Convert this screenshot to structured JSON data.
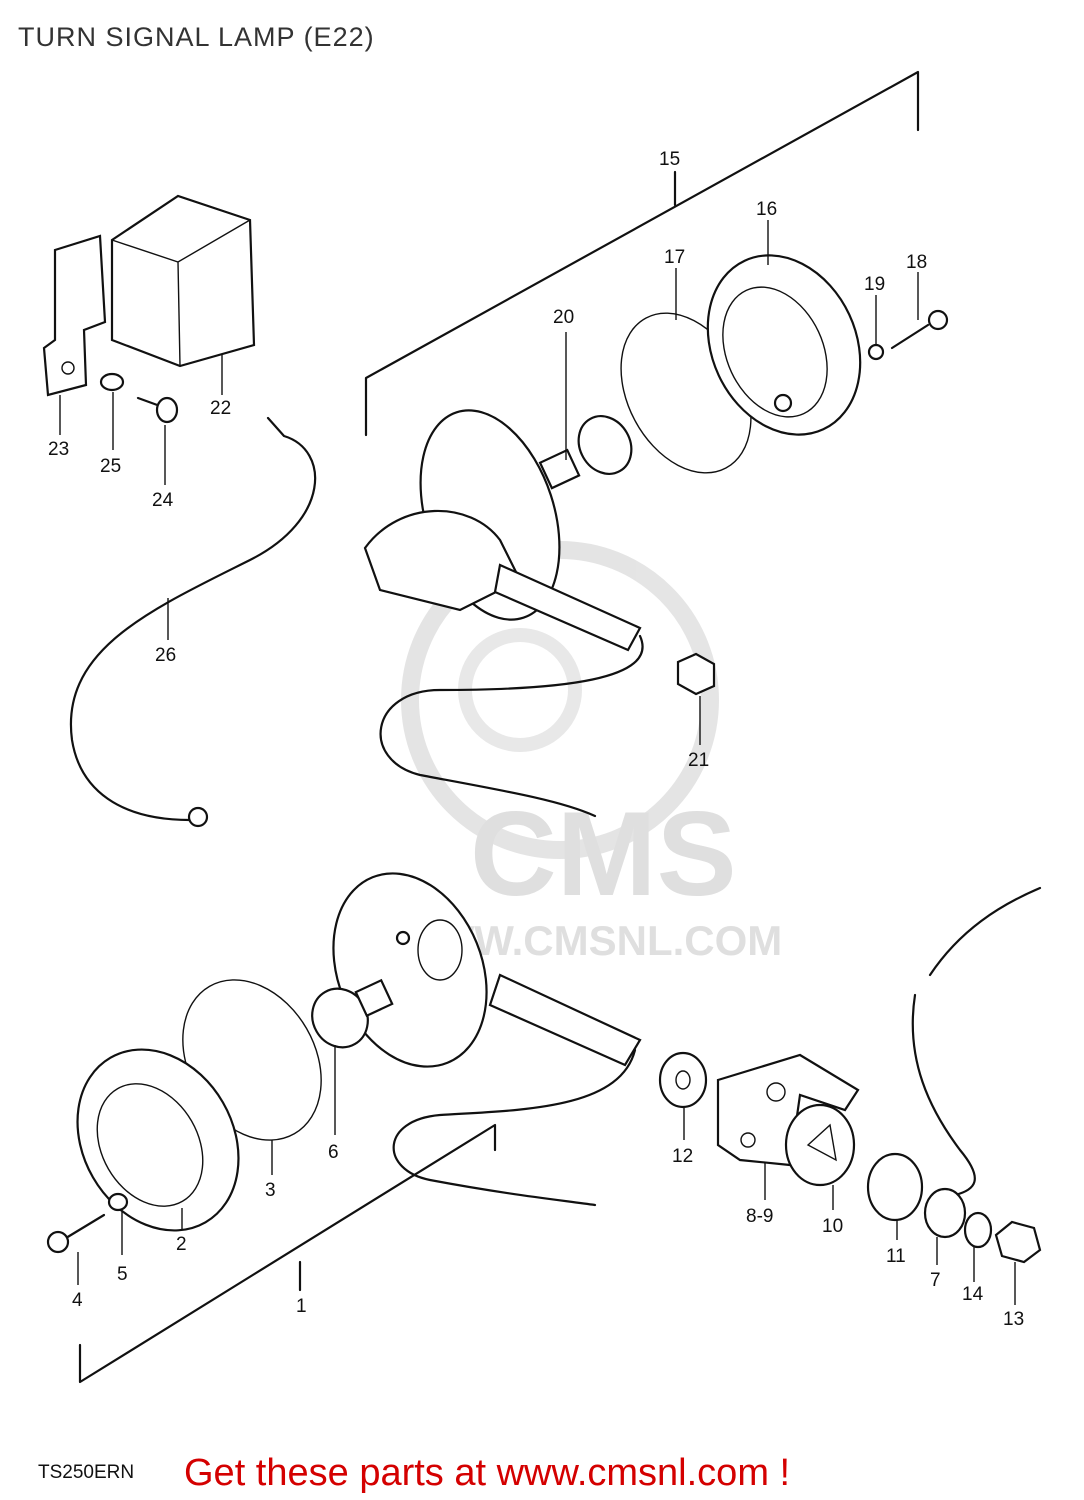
{
  "title": "TURN SIGNAL LAMP (E22)",
  "footer": {
    "code": "TS250ERN",
    "cta": "Get these parts at www.cmsnl.com !"
  },
  "watermark": {
    "brand": "CMS",
    "url": "WWW.CMSNL.COM"
  },
  "labels": {
    "p1": "1",
    "p2": "2",
    "p3": "3",
    "p4": "4",
    "p5": "5",
    "p6": "6",
    "p7": "7",
    "p89": "8-9",
    "p10": "10",
    "p11": "11",
    "p12": "12",
    "p13": "13",
    "p14": "14",
    "p15": "15",
    "p16": "16",
    "p17": "17",
    "p18": "18",
    "p19": "19",
    "p20": "20",
    "p21": "21",
    "p22": "22",
    "p23": "23",
    "p24": "24",
    "p25": "25",
    "p26": "26"
  }
}
